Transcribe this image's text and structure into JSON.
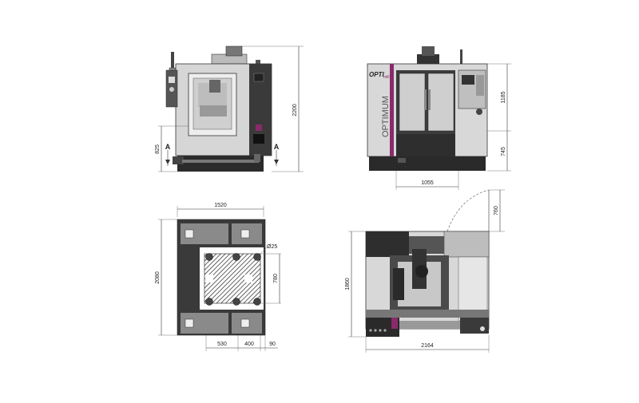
{
  "drawing": {
    "front_view": {
      "height_total": "2200",
      "height_table": "825",
      "section_left": "A",
      "section_right": "A"
    },
    "side_view": {
      "brand_top": "OPTI",
      "brand_top_suffix": "mill",
      "brand_vertical": "OPTIMUM",
      "height_upper": "1185",
      "height_lower": "745",
      "width": "1055"
    },
    "floor_plan": {
      "width_top": "1520",
      "depth": "2080",
      "circle": "Ø25",
      "table_depth": "780",
      "dim_a": "530",
      "dim_b": "400",
      "dim_c": "90"
    },
    "top_view": {
      "depth": "1860",
      "door_swing": "760",
      "width_total": "2164"
    }
  },
  "colors": {
    "accent_purple": "#8a2a6a",
    "machine_dark": "#2e2e2e",
    "panel_grey": "#d8d8d8"
  }
}
